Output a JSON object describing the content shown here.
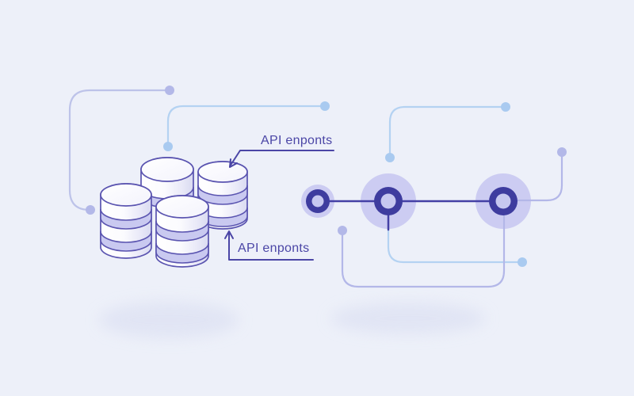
{
  "illustration": {
    "title": "API endpoints architecture illustration",
    "labels": {
      "endpoint_top": "API enponts",
      "endpoint_bottom": "API enponts"
    },
    "database_stack": {
      "cylinder_count": 4
    },
    "endpoint_nodes": {
      "count": 3
    }
  },
  "colors": {
    "bg": "#edf0f9",
    "ink": "#4b46a6",
    "outline": "#5a54b0",
    "band": "#c9c9f0",
    "halo": "#ccccf2",
    "ring": "#3e3c9f",
    "ring-inner": "#c7c8f0",
    "row-line": "#4440a5",
    "line-blue": "#b4d2f2",
    "line-periwinkle": "#bdc3e9",
    "line-lavender": "#b3b7e8",
    "dot-blue": "#a9caf0",
    "dot-lavender": "#b3b8e8",
    "shadow": "#dde1f3"
  }
}
